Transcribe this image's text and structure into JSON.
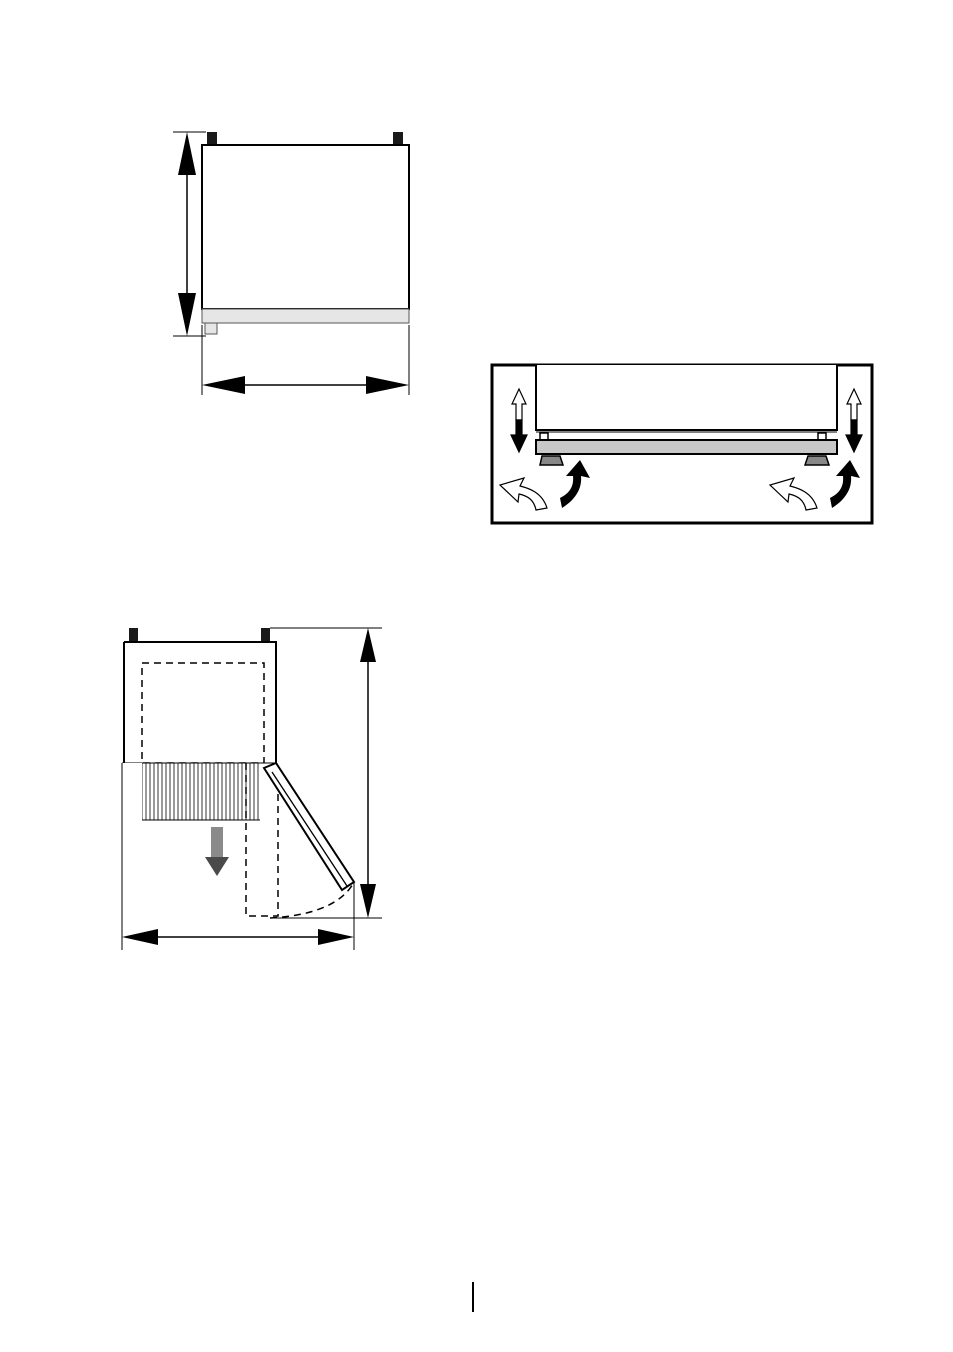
{
  "figures": [
    {
      "id": "top-view-dimensions",
      "labels": []
    },
    {
      "id": "feet-adjustment",
      "labels": []
    },
    {
      "id": "door-opening-clearance",
      "labels": []
    }
  ],
  "colors": {
    "line": "#000000",
    "base_plinth": "#c8c8c8",
    "plinth_light": "#e6e6e6",
    "arrow_hollow": "#ffffff",
    "hinge": "#1a1a1a"
  },
  "icons": [
    "double-arrow-icon",
    "curved-arrow-icon",
    "down-arrow-icon"
  ]
}
